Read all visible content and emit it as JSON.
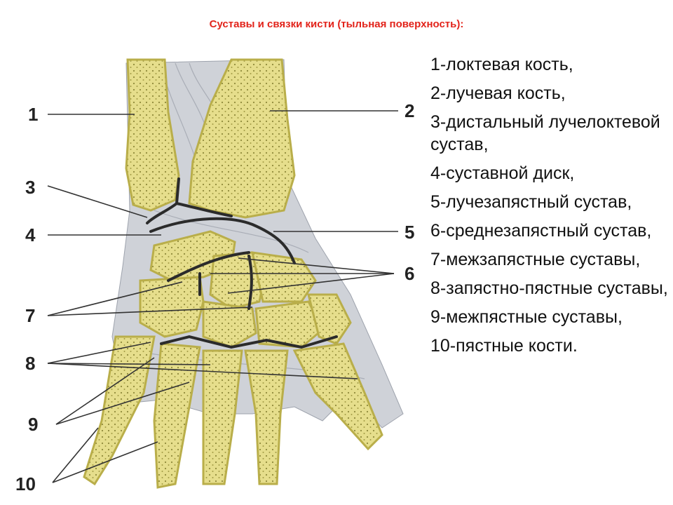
{
  "title": "Суставы и связки кисти (тыльная поверхность):",
  "labels": [
    "1",
    "2",
    "3",
    "4",
    "5",
    "6",
    "7",
    "8",
    "9",
    "10"
  ],
  "legend": [
    "1-локтевая кость,",
    "2-лучевая кость,",
    "3-дистальный лучелоктевой сустав,",
    "4-суставной диск,",
    "5-лучезапястный сустав,",
    "6-среднезапястный сустав,",
    "7-межзапястные суставы,",
    "8-запястно-пястные суставы,",
    "9-межпястные суставы,",
    "10-пястные кости."
  ],
  "colors": {
    "title": "#e2231a",
    "bone": "#e3dc86",
    "bone_edge": "#b9ae4a",
    "joint_line": "#2b2b2b",
    "ligament": "#c9ccd4"
  }
}
